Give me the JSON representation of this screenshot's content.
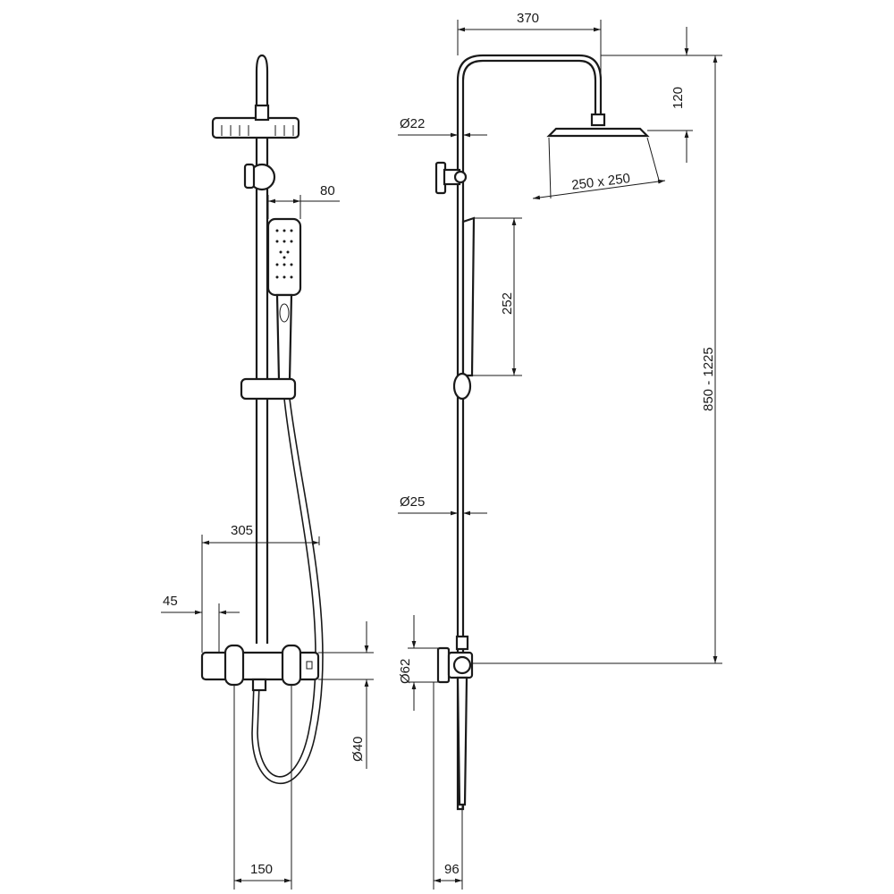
{
  "drawing": {
    "front_view": {
      "dim_handshower_width": "80",
      "dim_outlet_spacing": "305",
      "dim_offset": "45",
      "dim_body_diameter": "Ø40",
      "dim_connection_spacing": "150"
    },
    "side_view": {
      "dim_arm_length": "370",
      "dim_head_drop": "120",
      "dim_top_tube_diameter": "Ø22",
      "dim_head_size": "250 x 250",
      "dim_handshower_length": "252",
      "dim_height_range": "850 - 1225",
      "dim_tube_diameter": "Ø25",
      "dim_escutcheon_diameter": "Ø62",
      "dim_wall_projection": "96"
    },
    "colors": {
      "line": "#1a1a1a",
      "background": "#ffffff"
    }
  }
}
